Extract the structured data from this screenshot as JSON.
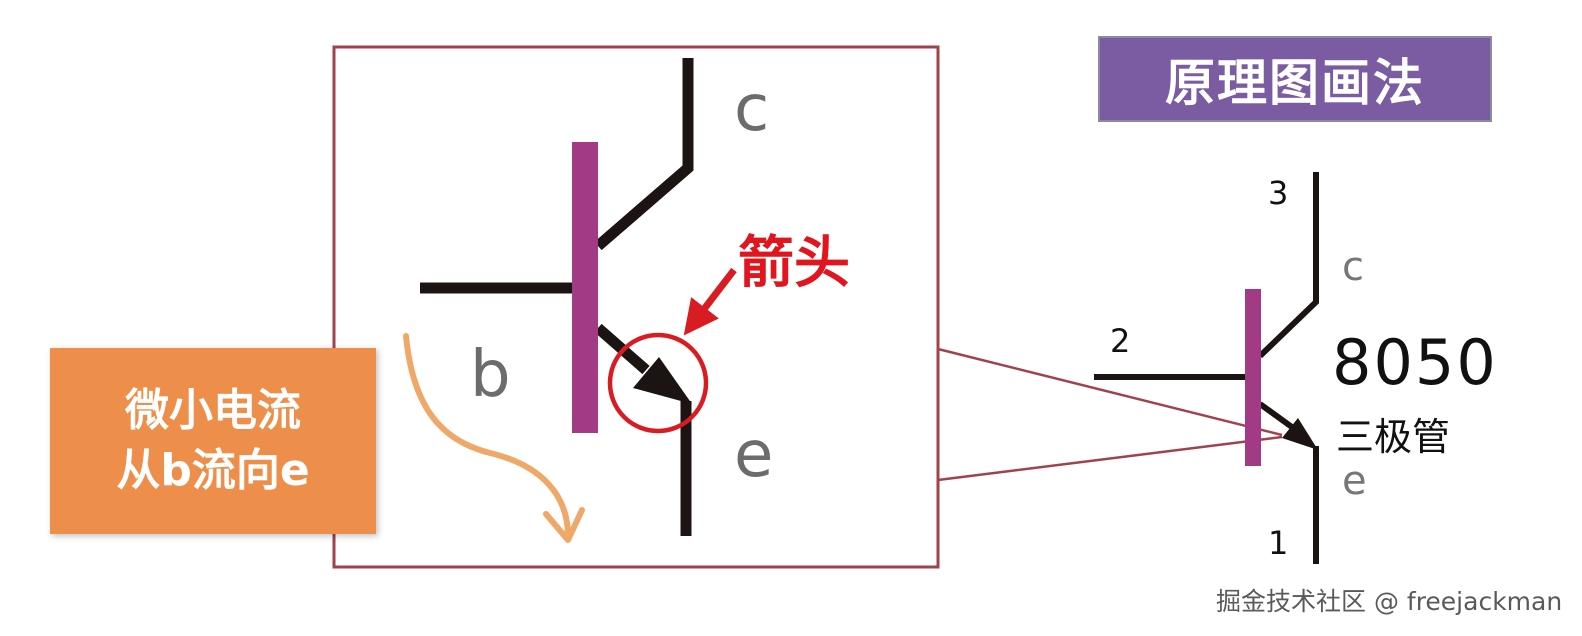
{
  "title": "原理图画法",
  "arrow_label": "箭头",
  "note": {
    "line1": "微小电流",
    "line2": "从b流向e"
  },
  "zoomed_symbol": {
    "collector_letter": "c",
    "base_letter": "b",
    "emitter_letter": "e"
  },
  "small_symbol": {
    "collector_letter": "c",
    "emitter_letter": "e",
    "pin_collector": "3",
    "pin_base": "2",
    "pin_emitter": "1",
    "part_number": "8050",
    "part_type": "三极管"
  },
  "watermark": "掘金技术社区 @ freejackman",
  "colors": {
    "base_bar": "#a33a86",
    "leads": "#1b1413",
    "frame": "#a0414e",
    "highlight_circle": "#d81c22",
    "note_bg": "#ed8f4a",
    "flow_arrow": "#f0a868",
    "title_bg": "#7b5ca3"
  }
}
